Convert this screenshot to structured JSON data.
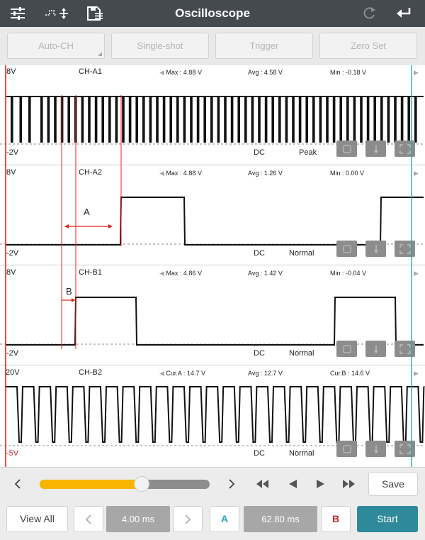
{
  "app": {
    "title": "Oscilloscope",
    "icons": [
      "sliders-icon",
      "waveform-settings-icon",
      "save-file-icon",
      "refresh-icon",
      "back-arrow-icon"
    ]
  },
  "toolbar": {
    "auto_ch": "Auto-CH",
    "single_shot": "Single-shot",
    "trigger": "Trigger",
    "zero_set": "Zero Set"
  },
  "channels": [
    {
      "name": "CH-A1",
      "top_scale": "8V",
      "bottom_scale": "-2V",
      "stat1": "Max : 4.88 V",
      "stat2": "Avg : 4.58 V",
      "stat3": "Min : -0.18 V",
      "coupling": "DC",
      "mode": "Peak"
    },
    {
      "name": "CH-A2",
      "top_scale": "8V",
      "bottom_scale": "-2V",
      "stat1": "Max : 4.88 V",
      "stat2": "Avg : 1.26 V",
      "stat3": "Min : 0.00 V",
      "coupling": "DC",
      "mode": "Normal"
    },
    {
      "name": "CH-B1",
      "top_scale": "8V",
      "bottom_scale": "-2V",
      "stat1": "Max : 4.86 V",
      "stat2": "Avg : 1.42 V",
      "stat3": "Min : -0.04 V",
      "coupling": "DC",
      "mode": "Normal"
    },
    {
      "name": "CH-B2",
      "top_scale": "20V",
      "bottom_scale": "-5V",
      "stat1": "Cur.A : 14.7 V",
      "stat2": "Avg : 12.7 V",
      "stat3": "Cur.B : 14.6 V",
      "coupling": "DC",
      "mode": "Normal"
    }
  ],
  "markers": {
    "a_label": "A",
    "b_label": "B"
  },
  "scroll": {
    "position": 0.6,
    "save_label": "Save"
  },
  "bottom": {
    "view_all": "View All",
    "time_div": "4.00 ms",
    "cursor_a": "A",
    "cursor_delta": "62.80 ms",
    "cursor_b": "B",
    "start": "Start"
  },
  "colors": {
    "accent": "#2e8a9b",
    "slider": "#f7b500",
    "cursor": "#e0241c",
    "cursor_a": "#2aa7b8",
    "cursor_b": "#c0282d"
  }
}
